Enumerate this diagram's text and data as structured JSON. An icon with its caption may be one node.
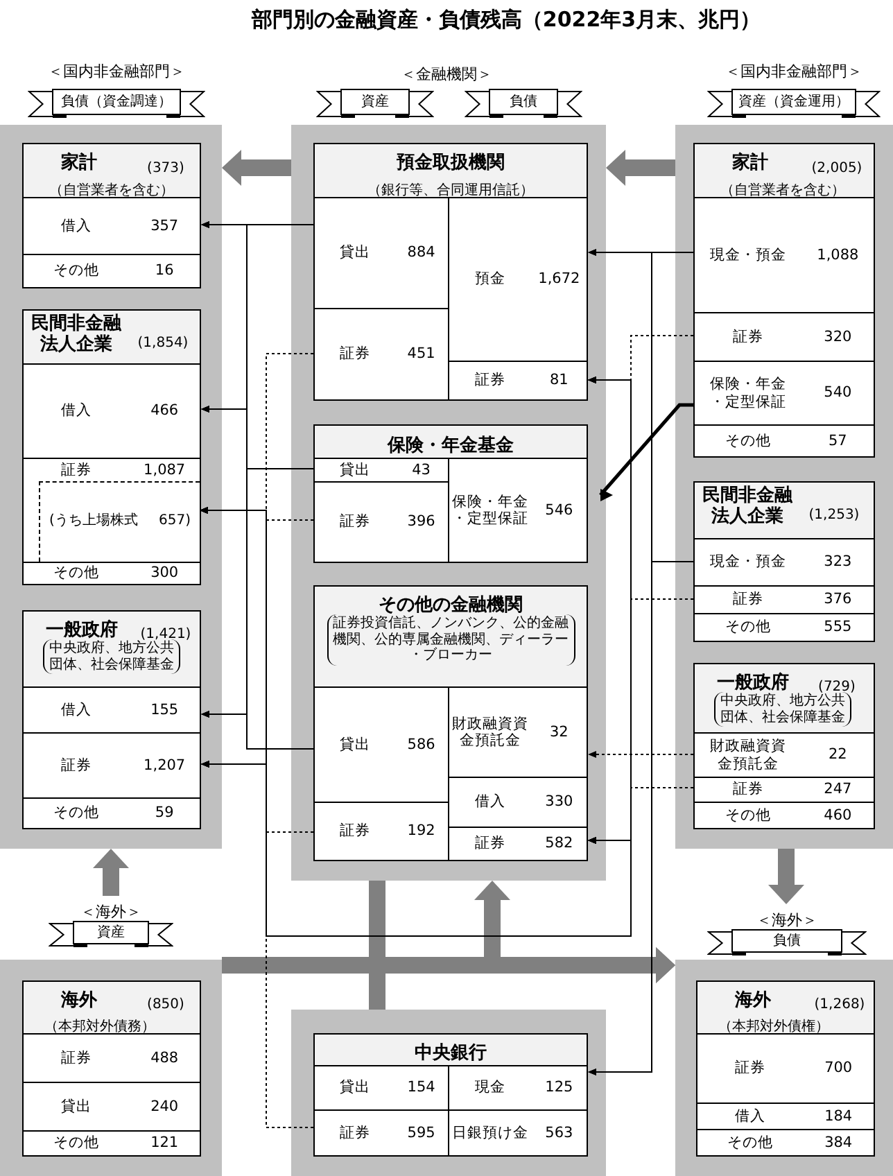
{
  "diagram": {
    "title": "部門別の金融資産・負債残高（2022年3月末、兆円）",
    "nodes": [
      {
        "text": [
          "＜国内非金融部門＞",
          "負債（資金調達）"
        ]
      },
      {
        "text": [
          "資産"
        ]
      },
      {
        "text": [
          "負債"
        ]
      },
      {
        "text": [
          "＜国内非金融部門＞",
          "資産（資金運用）"
        ]
      },
      {
        "text": [],
        "shape": "box"
      },
      {
        "text": [
          "家計",
          "(373)",
          "（自営業者を含む）"
        ],
        "in": 4
      },
      {
        "text": [
          "借入",
          "357"
        ],
        "in": 5
      },
      {
        "text": [
          "その他",
          "16"
        ],
        "in": 5
      },
      {
        "text": [
          "民間非金融法人企業",
          "(1,854)"
        ],
        "in": 4
      },
      {
        "text": [
          "借入",
          "466"
        ],
        "in": 8
      },
      {
        "text": [
          "証券",
          "1,087"
        ],
        "in": 8
      },
      {
        "text": [
          "(うち上場株式 657)"
        ],
        "in": 10
      },
      {
        "text": [
          "その他",
          "300"
        ],
        "in": 8
      },
      {
        "text": [
          "一般政府",
          "(1,421)",
          "中央政府、地方公共団体、社会保障基金"
        ],
        "in": 4
      },
      {
        "text": [
          "借入",
          "155"
        ],
        "in": 13
      },
      {
        "text": [
          "証券",
          "1,207"
        ],
        "in": 13
      },
      {
        "text": [
          "その他",
          "59"
        ],
        "in": 13
      },
      {
        "text": [],
        "shape": "box"
      },
      {
        "text": [
          "預金取扱機関",
          "（銀行等、合同運用信託）"
        ],
        "in": 17
      },
      {
        "text": [
          "貸出",
          "884"
        ],
        "in": 18
      },
      {
        "text": [
          "証券",
          "451"
        ],
        "in": 18
      },
      {
        "text": [
          "預金",
          "1,672"
        ],
        "in": 18
      },
      {
        "text": [
          "証券",
          "81"
        ],
        "in": 18
      },
      {
        "text": [
          "保険・年金基金"
        ],
        "in": 17
      },
      {
        "text": [
          "貸出",
          "43"
        ],
        "in": 23
      },
      {
        "text": [
          "証券",
          "396"
        ],
        "in": 23
      },
      {
        "text": [
          "保険・年金・定型保証",
          "546"
        ],
        "in": 23
      },
      {
        "text": [
          "その他の金融機関",
          "証券投資信託、ノンバンク、公的金融機関、公的専属金融機関、ディーラー・ブローカー"
        ],
        "in": 17
      },
      {
        "text": [
          "貸出",
          "586"
        ],
        "in": 27
      },
      {
        "text": [
          "証券",
          "192"
        ],
        "in": 27
      },
      {
        "text": [
          "財政融資資金預託金",
          "32"
        ],
        "in": 27
      },
      {
        "text": [
          "借入",
          "330"
        ],
        "in": 27
      },
      {
        "text": [
          "証券",
          "582"
        ],
        "in": 27
      },
      {
        "text": [],
        "shape": "box"
      },
      {
        "text": [
          "家計",
          "(2,005)",
          "（自営業者を含む）"
        ],
        "in": 33
      },
      {
        "text": [
          "現金・預金",
          "1,088"
        ],
        "in": 34
      },
      {
        "text": [
          "証券",
          "320"
        ],
        "in": 34
      },
      {
        "text": [
          "保険・年金・定型保証",
          "540"
        ],
        "in": 34
      },
      {
        "text": [
          "その他",
          "57"
        ],
        "in": 34
      },
      {
        "text": [
          "民間非金融法人企業",
          "(1,253)"
        ],
        "in": 33
      },
      {
        "text": [
          "現金・預金",
          "323"
        ],
        "in": 39
      },
      {
        "text": [
          "証券",
          "376"
        ],
        "in": 39
      },
      {
        "text": [
          "その他",
          "555"
        ],
        "in": 39
      },
      {
        "text": [
          "一般政府",
          "(729)",
          "中央政府、地方公共団体、社会保障基金"
        ],
        "in": 33
      },
      {
        "text": [
          "財政融資資金預託金",
          "22"
        ],
        "in": 43
      },
      {
        "text": [
          "証券",
          "247"
        ],
        "in": 43
      },
      {
        "text": [
          "その他",
          "460"
        ],
        "in": 43
      },
      {
        "text": [
          "＜海外＞",
          "資産"
        ]
      },
      {
        "text": [
          "＜海外＞",
          "負債"
        ]
      },
      {
        "text": [],
        "shape": "box"
      },
      {
        "text": [
          "海外",
          "(850)",
          "（本邦対外債務）"
        ],
        "in": 49
      },
      {
        "text": [
          "証券",
          "488"
        ],
        "in": 50
      },
      {
        "text": [
          "貸出",
          "240"
        ],
        "in": 50
      },
      {
        "text": [
          "その他",
          "121"
        ],
        "in": 50
      },
      {
        "text": [],
        "shape": "box"
      },
      {
        "text": [
          "中央銀行"
        ],
        "in": 54
      },
      {
        "text": [
          "貸出",
          "154"
        ],
        "in": 55
      },
      {
        "text": [
          "証券",
          "595"
        ],
        "in": 55
      },
      {
        "text": [
          "現金",
          "125"
        ],
        "in": 55
      },
      {
        "text": [
          "日銀預け金",
          "563"
        ],
        "in": 55
      },
      {
        "text": [],
        "shape": "box"
      },
      {
        "text": [
          "海外",
          "(1,268)",
          "（本邦対外債権）"
        ],
        "in": 60
      },
      {
        "text": [
          "証券",
          "700"
        ],
        "in": 61
      },
      {
        "text": [
          "借入",
          "184"
        ],
        "in": 61
      },
      {
        "text": [
          "その他",
          "384"
        ],
        "in": 61
      }
    ],
    "edges": [
      {
        "from": 17,
        "to": 4,
        "arrow": "to",
        "style": "thick",
        "color": "#808080"
      },
      {
        "from": 33,
        "to": 17,
        "arrow": "to",
        "style": "thick",
        "color": "#808080"
      },
      {
        "from": 47,
        "to": 4,
        "arrow": "to",
        "style": "thick",
        "color": "#808080"
      },
      {
        "from": 33,
        "to": 48,
        "arrow": "to",
        "style": "thick",
        "color": "#808080"
      },
      {
        "from": 49,
        "to": 17,
        "arrow": "to",
        "style": "thick",
        "color": "#808080"
      },
      {
        "from": 17,
        "to": 60,
        "arrow": "to",
        "style": "thick",
        "color": "#808080"
      },
      {
        "from": 54,
        "to": 60,
        "arrow": "to",
        "style": "thick",
        "color": "#808080"
      },
      {
        "from": 19,
        "to": 6,
        "arrow": "to"
      },
      {
        "from": 19,
        "to": 9,
        "arrow": "to"
      },
      {
        "from": 19,
        "to": 14,
        "arrow": "to"
      },
      {
        "from": 24,
        "to": 6,
        "arrow": "to"
      },
      {
        "from": 24,
        "to": 9,
        "arrow": "to"
      },
      {
        "from": 24,
        "to": 14,
        "arrow": "to"
      },
      {
        "from": 28,
        "to": 6,
        "arrow": "to"
      },
      {
        "from": 28,
        "to": 9,
        "arrow": "to"
      },
      {
        "from": 28,
        "to": 14,
        "arrow": "to"
      },
      {
        "from": 35,
        "to": 21,
        "arrow": "to"
      },
      {
        "from": 35,
        "to": 58,
        "arrow": "to"
      },
      {
        "from": 40,
        "to": 21,
        "arrow": "to"
      },
      {
        "from": 40,
        "to": 58,
        "arrow": "to"
      },
      {
        "from": 37,
        "to": 26,
        "arrow": "to",
        "style": "thick"
      },
      {
        "from": 44,
        "to": 30,
        "arrow": "to",
        "style": "dashed"
      },
      {
        "from": 20,
        "to": 11,
        "arrow": "to",
        "style": "dashed"
      },
      {
        "from": 20,
        "to": 15,
        "arrow": "to",
        "style": "dashed"
      },
      {
        "from": 20,
        "to": 22,
        "arrow": "to",
        "style": "dashed"
      },
      {
        "from": 20,
        "to": 32,
        "arrow": "to",
        "style": "dashed"
      },
      {
        "from": 25,
        "to": 11,
        "arrow": "to",
        "style": "dashed"
      },
      {
        "from": 25,
        "to": 15,
        "arrow": "to",
        "style": "dashed"
      },
      {
        "from": 25,
        "to": 22,
        "arrow": "to",
        "style": "dashed"
      },
      {
        "from": 25,
        "to": 32,
        "arrow": "to",
        "style": "dashed"
      },
      {
        "from": 29,
        "to": 11,
        "arrow": "to",
        "style": "dashed"
      },
      {
        "from": 29,
        "to": 15,
        "arrow": "to",
        "style": "dashed"
      },
      {
        "from": 29,
        "to": 22,
        "arrow": "to",
        "style": "dashed"
      },
      {
        "from": 29,
        "to": 32,
        "arrow": "to",
        "style": "dashed"
      },
      {
        "from": 57,
        "to": 11,
        "arrow": "to",
        "style": "dashed"
      },
      {
        "from": 57,
        "to": 15,
        "arrow": "to",
        "style": "dashed"
      },
      {
        "from": 57,
        "to": 22,
        "arrow": "to",
        "style": "dashed"
      },
      {
        "from": 57,
        "to": 32,
        "arrow": "to",
        "style": "dashed"
      },
      {
        "from": 36,
        "to": 11,
        "arrow": "to",
        "style": "dashed"
      },
      {
        "from": 36,
        "to": 15,
        "arrow": "to",
        "style": "dashed"
      },
      {
        "from": 36,
        "to": 22,
        "arrow": "to",
        "style": "dashed"
      },
      {
        "from": 36,
        "to": 32,
        "arrow": "to",
        "style": "dashed"
      },
      {
        "from": 41,
        "to": 11,
        "arrow": "to",
        "style": "dashed"
      },
      {
        "from": 41,
        "to": 15,
        "arrow": "to",
        "style": "dashed"
      },
      {
        "from": 41,
        "to": 22,
        "arrow": "to",
        "style": "dashed"
      },
      {
        "from": 41,
        "to": 32,
        "arrow": "to",
        "style": "dashed"
      },
      {
        "from": 45,
        "to": 11,
        "arrow": "to",
        "style": "dashed"
      },
      {
        "from": 45,
        "to": 15,
        "arrow": "to",
        "style": "dashed"
      },
      {
        "from": 45,
        "to": 22,
        "arrow": "to",
        "style": "dashed"
      },
      {
        "from": 45,
        "to": 32,
        "arrow": "to",
        "style": "dashed"
      }
    ],
    "labels": [
      "＜金融機関＞"
    ]
  }
}
